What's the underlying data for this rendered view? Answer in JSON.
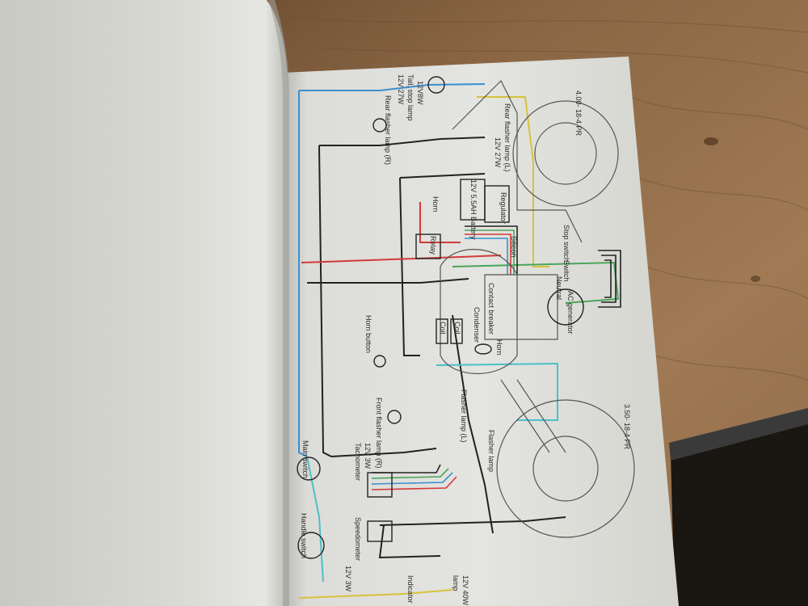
{
  "diagram": {
    "labels": {
      "tail_stop_lamp": "Tail, stop lamp",
      "tail_rating": "12V 27W",
      "tail_rating2": "12V8W",
      "rear_flasher_r": "Rear flasher lamp (R)",
      "rear_flasher_l": "Rear flasher lamp (L)",
      "rear_flasher_l_rating": "12V 27W",
      "tire_rear": "4.00- 18-4 PR",
      "battery": "12V 5.5AH Battery",
      "horn": "Horn",
      "relay": "Relay",
      "regulator": "Regulator",
      "stop_switch": "Stop switch",
      "silicon": "Silicon",
      "switch": "Switch",
      "neutral": "Neutral",
      "ac_generator": "AC generator",
      "contact_breaker": "Contact breaker",
      "condenser": "Condenser",
      "coil_l": "Coil",
      "coil_r": "Coil",
      "horn_button": "Horn button",
      "front_flasher_r": "Front flasher lamp (R)",
      "front_flasher_l": "Flasher lamp (L)",
      "tire_front": "3.50- 18-4 PR",
      "main_switch": "Main switch",
      "tachometer": "Tachometer",
      "tacho_rating": "12V 3W",
      "handle_switch": "Handle switch",
      "speedometer": "Speedometer",
      "speedo_rating": "12V 3W",
      "flasher_lamp_bottom": "Flasher lamp",
      "indicator": "Indicator",
      "lamp": "lamp",
      "lamp_rating": "12V 40W"
    },
    "wire_colors": {
      "black": "#222222",
      "blue": "#3a8fd0",
      "red": "#d23a3a",
      "yellow": "#d8c23a",
      "green": "#4aa55a",
      "brown": "#8a5a2a"
    }
  }
}
